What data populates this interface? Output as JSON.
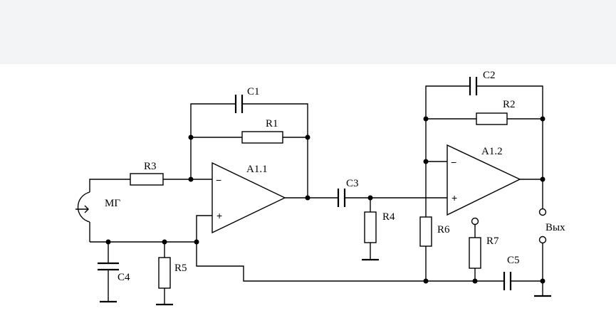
{
  "labels": {
    "c1": "C1",
    "r1": "R1",
    "r3": "R3",
    "a11": "A1.1",
    "mg": "МГ",
    "c3": "C3",
    "r4": "R4",
    "c4": "C4",
    "r5": "R5",
    "c2": "C2",
    "r2": "R2",
    "a12": "A1.2",
    "r6": "R6",
    "r7": "R7",
    "out": "Вых",
    "c5": "C5",
    "minus": "−",
    "plus": "+"
  }
}
